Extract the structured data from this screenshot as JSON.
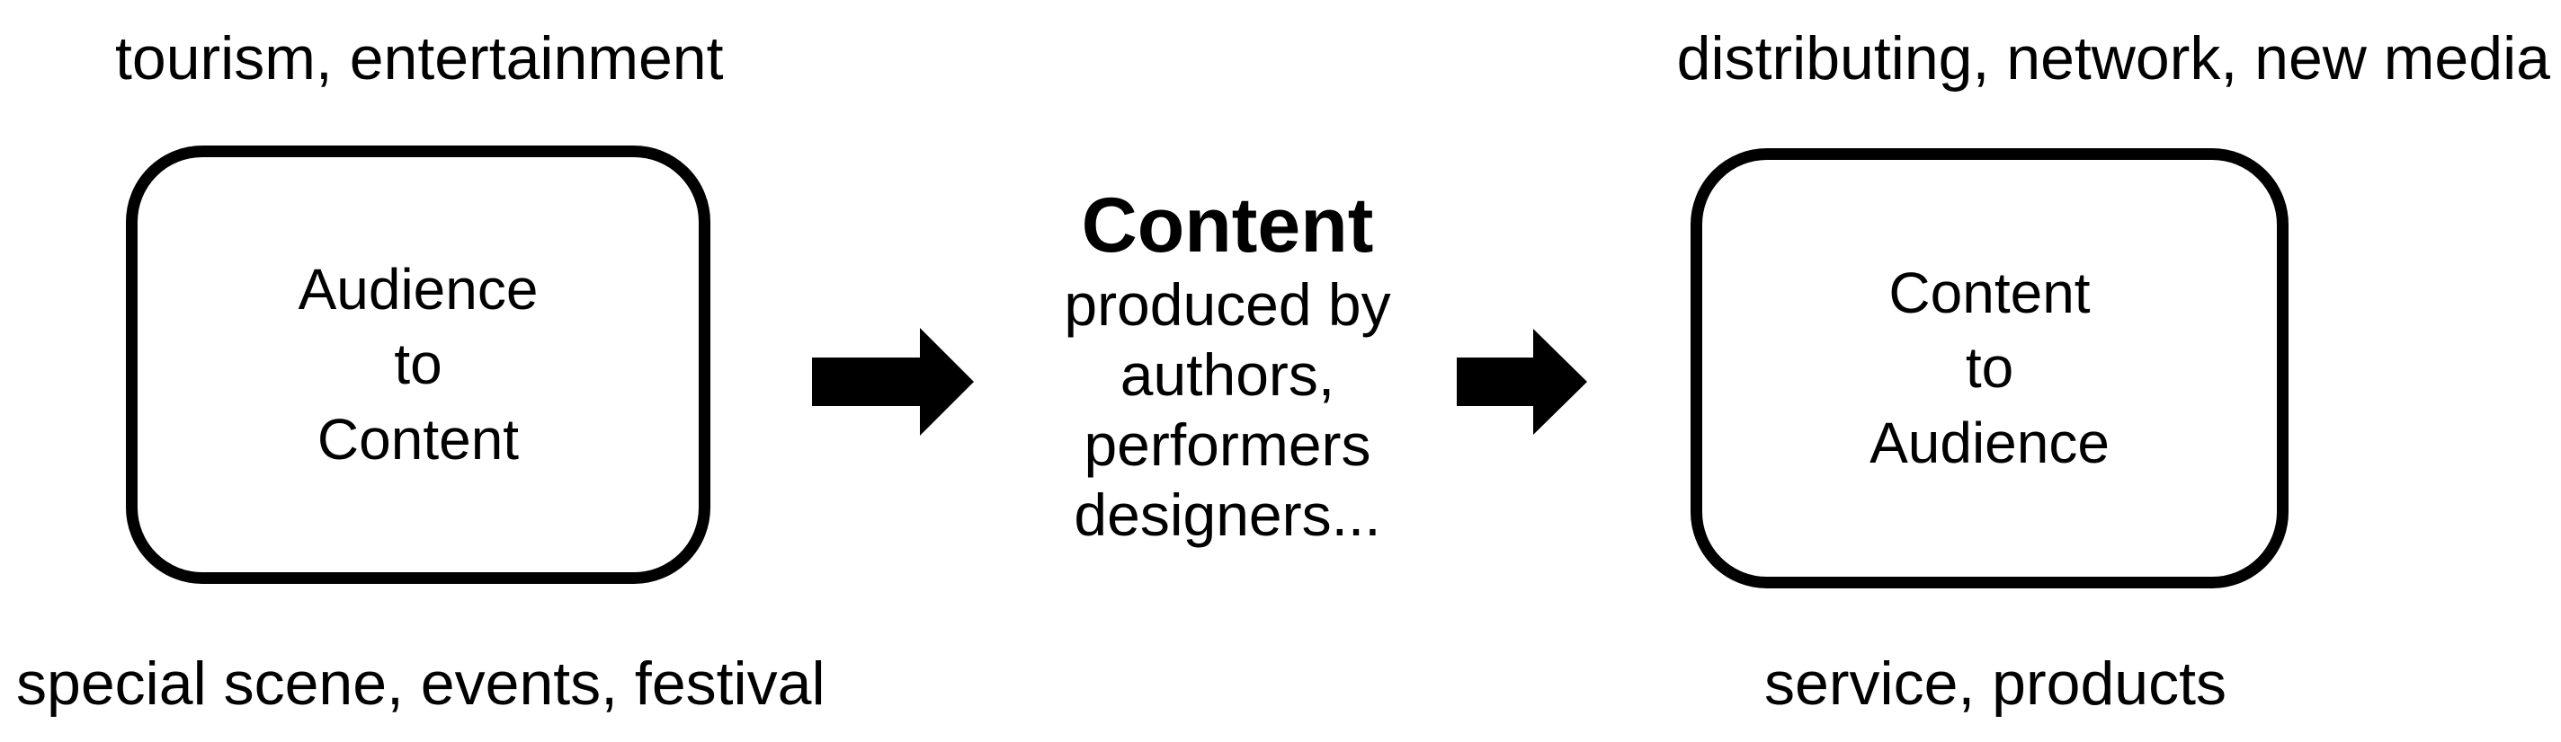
{
  "labels": {
    "top_left": "tourism, entertainment",
    "top_right": "distributing, network, new media",
    "bottom_left": "special scene, events, festival",
    "bottom_right": "service, products"
  },
  "boxes": {
    "left": {
      "lines": [
        "Audience",
        "to",
        "Content"
      ]
    },
    "right": {
      "lines": [
        "Content",
        "to",
        "Audience"
      ]
    }
  },
  "center": {
    "title": "Content",
    "lines": [
      "produced by",
      "authors,",
      "performers",
      "designers..."
    ]
  },
  "arrows": [
    {
      "from": "audience-to-content-box",
      "to": "center-content-text",
      "direction": "right"
    },
    {
      "from": "center-content-text",
      "to": "content-to-audience-box",
      "direction": "right"
    }
  ],
  "colors": {
    "foreground": "#000000",
    "background": "#ffffff"
  }
}
